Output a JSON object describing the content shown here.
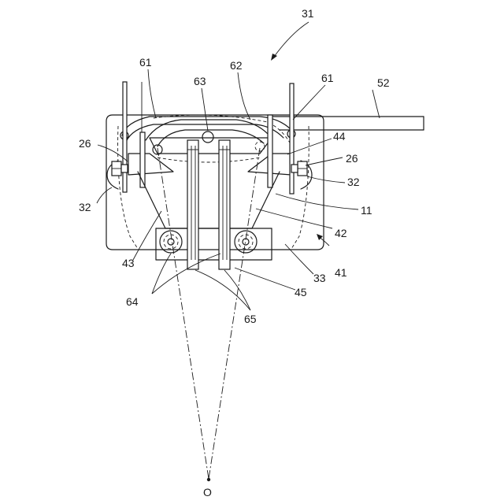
{
  "figure": {
    "labels": {
      "l31": "31",
      "l61a": "61",
      "l62": "62",
      "l63": "63",
      "l61b": "61",
      "l52": "52",
      "l26a": "26",
      "l44": "44",
      "l26b": "26",
      "l32a": "32",
      "l32b": "32",
      "l11": "11",
      "l42": "42",
      "l43": "43",
      "l41": "41",
      "l33": "33",
      "l45": "45",
      "l64": "64",
      "l65": "65",
      "lO": "O"
    }
  }
}
